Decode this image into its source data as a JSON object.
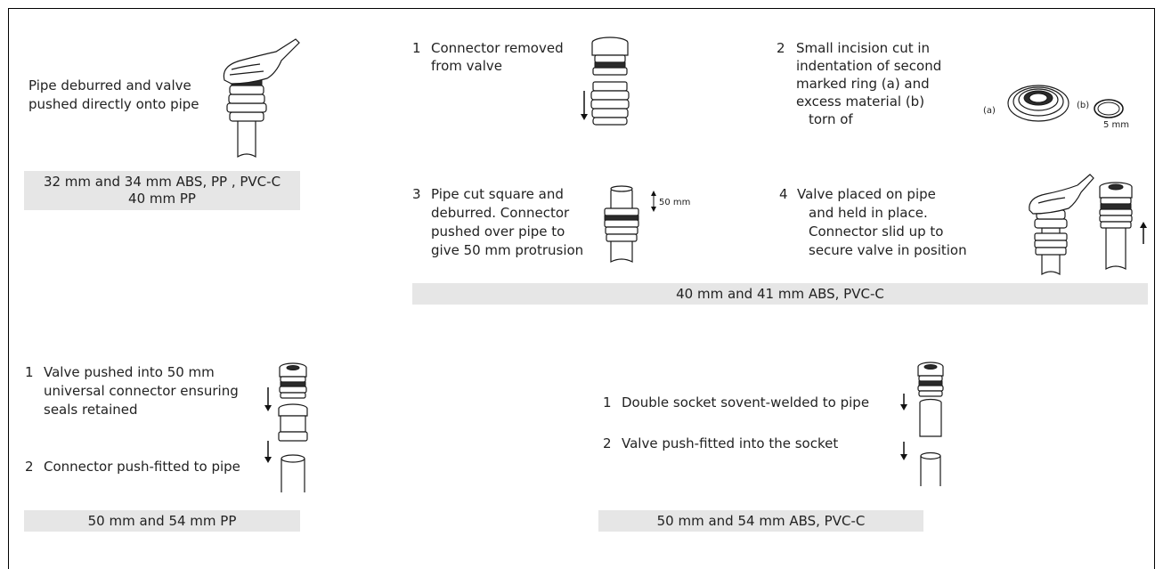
{
  "panels": {
    "p1": {
      "text": [
        "Pipe deburred and valve",
        "pushed directly onto pipe"
      ],
      "caption": [
        "32 mm and 34 mm ABS, PP  , PVC-C",
        "40 mm PP"
      ]
    },
    "p2": {
      "steps": [
        {
          "num": "1",
          "lines": [
            "Connector removed",
            "from valve"
          ]
        },
        {
          "num": "2",
          "lines": [
            "Small incision cut in",
            "indentation of second",
            "marked ring (a) and",
            "excess material (b)",
            "torn of"
          ]
        },
        {
          "num": "3",
          "lines": [
            "Pipe cut square and",
            "deburred. Connector",
            "pushed over pipe to",
            "give 50 mm protrusion"
          ]
        },
        {
          "num": "4",
          "lines": [
            "Valve placed on pipe",
            "and held in place.",
            "Connector slid up to",
            "secure valve in position"
          ]
        }
      ],
      "labels": {
        "a": "(a)",
        "b": "(b)",
        "five_mm": "5 mm",
        "fifty_mm": "50 mm"
      },
      "caption": "40 mm and 41 mm ABS, PVC-C"
    },
    "p3": {
      "steps": [
        {
          "num": "1",
          "lines": [
            "Valve pushed into 50 mm",
            "universal connector ensuring",
            "seals retained"
          ]
        },
        {
          "num": "2",
          "lines": [
            "Connector push-fitted to pipe"
          ]
        }
      ],
      "caption": "50 mm and 54 mm PP"
    },
    "p4": {
      "steps": [
        {
          "num": "1",
          "lines": [
            "Double socket sovent-welded to pipe"
          ]
        },
        {
          "num": "2",
          "lines": [
            "Valve push-fitted into the socket"
          ]
        }
      ],
      "caption": "50 mm and 54 mm ABS, PVC-C"
    }
  },
  "icons": [
    "hand-icon",
    "valve-icon",
    "pipe-icon",
    "connector-icon",
    "arrow-down-icon",
    "arrow-up-icon",
    "seal-ring-icon",
    "socket-icon"
  ]
}
